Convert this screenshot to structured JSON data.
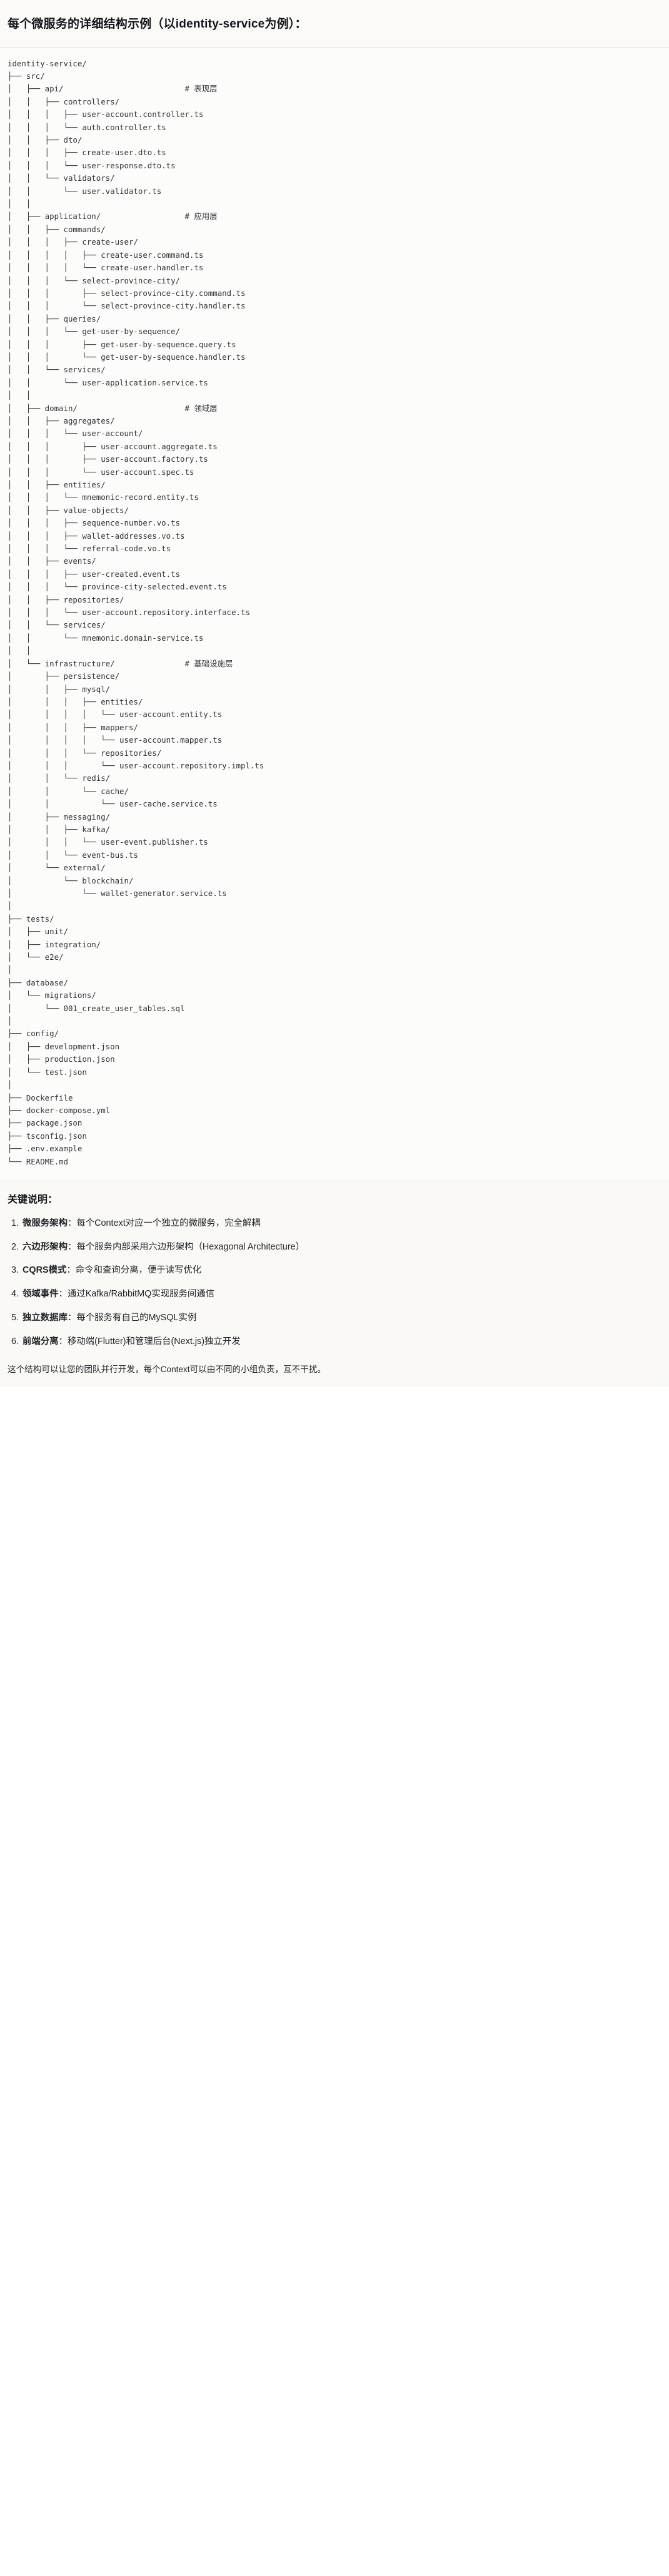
{
  "header": {
    "title": "每个微服务的详细结构示例（以identity-service为例）："
  },
  "tree": {
    "root": "identity-service/",
    "text": "identity-service/\n├── src/\n│   ├── api/                          # 表现层\n│   │   ├── controllers/\n│   │   │   ├── user-account.controller.ts\n│   │   │   └── auth.controller.ts\n│   │   ├── dto/\n│   │   │   ├── create-user.dto.ts\n│   │   │   └── user-response.dto.ts\n│   │   └── validators/\n│   │       └── user.validator.ts\n│   │\n│   ├── application/                  # 应用层\n│   │   ├── commands/\n│   │   │   ├── create-user/\n│   │   │   │   ├── create-user.command.ts\n│   │   │   │   └── create-user.handler.ts\n│   │   │   └── select-province-city/\n│   │   │       ├── select-province-city.command.ts\n│   │   │       └── select-province-city.handler.ts\n│   │   ├── queries/\n│   │   │   └── get-user-by-sequence/\n│   │   │       ├── get-user-by-sequence.query.ts\n│   │   │       └── get-user-by-sequence.handler.ts\n│   │   └── services/\n│   │       └── user-application.service.ts\n│   │\n│   ├── domain/                       # 领域层\n│   │   ├── aggregates/\n│   │   │   └── user-account/\n│   │   │       ├── user-account.aggregate.ts\n│   │   │       ├── user-account.factory.ts\n│   │   │       └── user-account.spec.ts\n│   │   ├── entities/\n│   │   │   └── mnemonic-record.entity.ts\n│   │   ├── value-objects/\n│   │   │   ├── sequence-number.vo.ts\n│   │   │   ├── wallet-addresses.vo.ts\n│   │   │   └── referral-code.vo.ts\n│   │   ├── events/\n│   │   │   ├── user-created.event.ts\n│   │   │   └── province-city-selected.event.ts\n│   │   ├── repositories/\n│   │   │   └── user-account.repository.interface.ts\n│   │   └── services/\n│   │       └── mnemonic.domain-service.ts\n│   │\n│   └── infrastructure/               # 基础设施层\n│       ├── persistence/\n│       │   ├── mysql/\n│       │   │   ├── entities/\n│       │   │   │   └── user-account.entity.ts\n│       │   │   ├── mappers/\n│       │   │   │   └── user-account.mapper.ts\n│       │   │   └── repositories/\n│       │   │       └── user-account.repository.impl.ts\n│       │   └── redis/\n│       │       └── cache/\n│       │           └── user-cache.service.ts\n│       ├── messaging/\n│       │   ├── kafka/\n│       │   │   └── user-event.publisher.ts\n│       │   └── event-bus.ts\n│       └── external/\n│           └── blockchain/\n│               └── wallet-generator.service.ts\n│\n├── tests/\n│   ├── unit/\n│   ├── integration/\n│   └── e2e/\n│\n├── database/\n│   └── migrations/\n│       └── 001_create_user_tables.sql\n│\n├── config/\n│   ├── development.json\n│   ├── production.json\n│   └── test.json\n│\n├── Dockerfile\n├── docker-compose.yml\n├── package.json\n├── tsconfig.json\n├── .env.example\n└── README.md",
    "layer_comments": [
      "# 表现层",
      "# 应用层",
      "# 领域层",
      "# 基础设施层"
    ]
  },
  "notes": {
    "title": "关键说明：",
    "items": [
      {
        "term": "微服务架构",
        "sep": "：",
        "desc": "每个Context对应一个独立的微服务，完全解耦"
      },
      {
        "term": "六边形架构",
        "sep": "：",
        "desc": "每个服务内部采用六边形架构（Hexagonal Architecture）"
      },
      {
        "term": "CQRS模式",
        "sep": "：",
        "desc": "命令和查询分离，便于读写优化"
      },
      {
        "term": "领域事件",
        "sep": "：",
        "desc": "通过Kafka/RabbitMQ实现服务间通信"
      },
      {
        "term": "独立数据库",
        "sep": "：",
        "desc": "每个服务有自己的MySQL实例"
      },
      {
        "term": "前端分离",
        "sep": "：",
        "desc": "移动端(Flutter)和管理后台(Next.js)独立开发"
      }
    ],
    "closing": "这个结构可以让您的团队并行开发，每个Context可以由不同的小组负责，互不干扰。"
  }
}
